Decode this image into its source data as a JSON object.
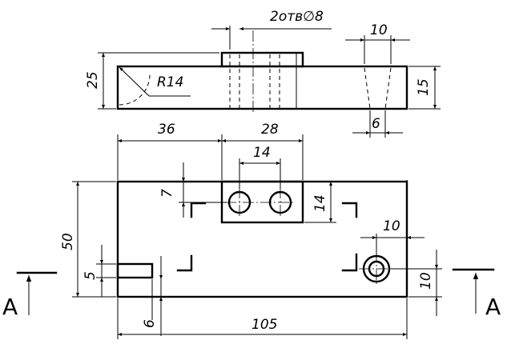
{
  "drawing": {
    "top_view": {
      "holes_note": "2отв∅8",
      "radius": "R14",
      "height": "25",
      "slot_width_top": "10",
      "slot_height": "15",
      "slot_width_bottom": "6"
    },
    "front_view": {
      "dim_36": "36",
      "dim_28": "28",
      "dim_14_top": "14",
      "dim_7": "7",
      "dim_14_side": "14",
      "dim_50": "50",
      "dim_5": "5",
      "dim_6": "6",
      "dim_105": "105",
      "dim_10_right": "10",
      "dim_10_vert": "10"
    },
    "section": {
      "left_label": "A",
      "right_label": "A"
    }
  }
}
